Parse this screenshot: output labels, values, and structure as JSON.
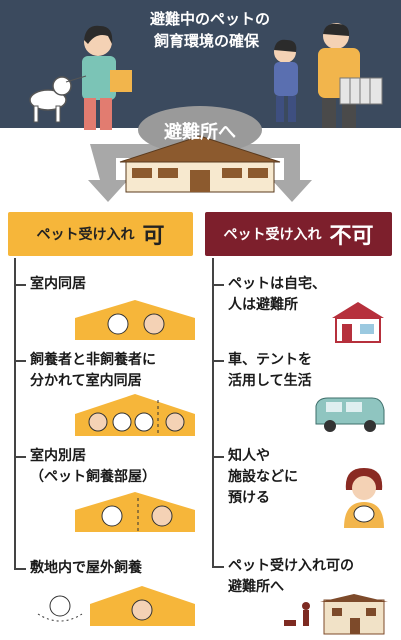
{
  "banner": {
    "title_line1": "避難中のペットの",
    "title_line2": "飼育環境の確保"
  },
  "center_label": "避難所へ",
  "left_header": {
    "small": "ペット受け入れ",
    "big": "可"
  },
  "right_header": {
    "small": "ペット受け入れ",
    "big": "不可"
  },
  "left_items": [
    {
      "line1": "室内同居",
      "line2": ""
    },
    {
      "line1": "飼養者と非飼養者に",
      "line2": "分かれて室内同居"
    },
    {
      "line1": "室内別居",
      "line2": "（ペット飼養部屋）"
    },
    {
      "line1": "敷地内で屋外飼養",
      "line2": ""
    }
  ],
  "right_items": [
    {
      "line1": "ペットは自宅、",
      "line2": "人は避難所",
      "line3": ""
    },
    {
      "line1": "車、テントを",
      "line2": "活用して生活",
      "line3": ""
    },
    {
      "line1": "知人や",
      "line2": "施設などに",
      "line3": "預ける"
    },
    {
      "line1": "ペット受け入れ可の",
      "line2": "避難所へ",
      "line3": ""
    }
  ],
  "colors": {
    "banner": "#3b4a5e",
    "accept": "#f6b63a",
    "reject": "#7d1f2c",
    "arrow": "#9a9a9a"
  }
}
